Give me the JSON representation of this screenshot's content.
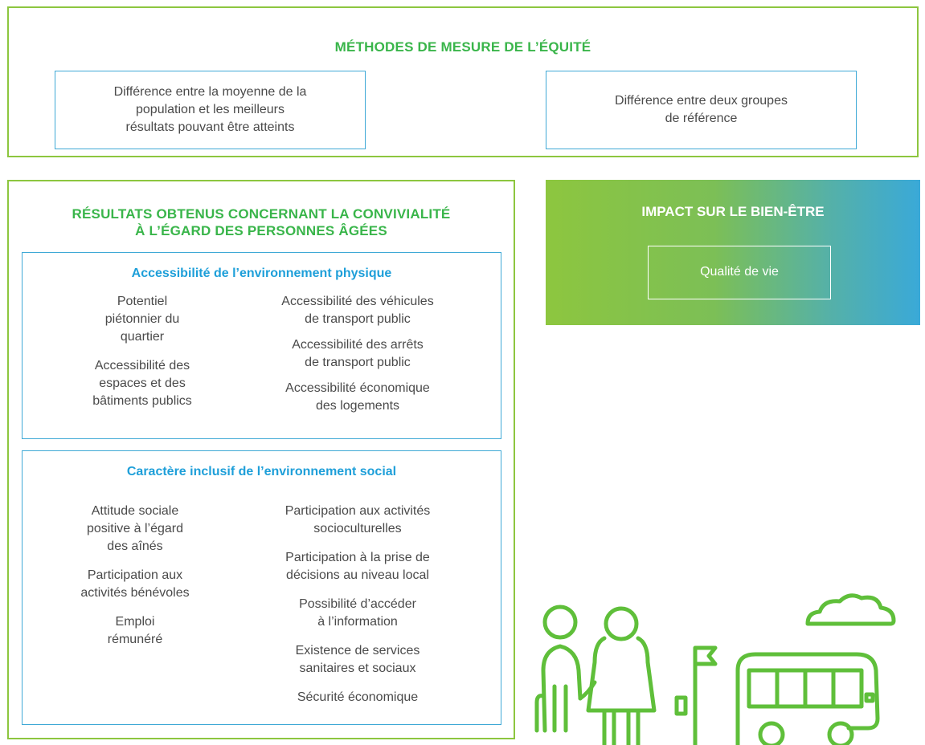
{
  "equity": {
    "title": "MÉTHODES DE MESURE DE L’ÉQUITÉ",
    "methods": [
      [
        "Différence entre la moyenne de la",
        "population et les meilleurs",
        "résultats pouvant être atteints"
      ],
      [
        "Différence entre deux groupes",
        "de référence"
      ]
    ]
  },
  "results": {
    "title_line1": "RÉSULTATS OBTENUS CONCERNANT LA CONVIVIALITÉ",
    "title_line2": "À L’ÉGARD DES PERSONNES ÂGÉES",
    "physical": {
      "title": "Accessibilité de l’environnement physique",
      "left_items": [
        [
          "Potentiel",
          "piétonnier du",
          "quartier"
        ],
        [
          "Accessibilité des",
          "espaces et des",
          "bâtiments publics"
        ]
      ],
      "right_items": [
        [
          "Accessibilité des véhicules",
          "de transport public"
        ],
        [
          "Accessibilité des arrêts",
          "de transport public"
        ],
        [
          "Accessibilité économique",
          "des logements"
        ]
      ]
    },
    "social": {
      "title": "Caractère inclusif de l’environnement social",
      "left_items": [
        [
          "Attitude sociale",
          "positive à l’égard",
          "des aînés"
        ],
        [
          "Participation aux",
          "activités bénévoles"
        ],
        [
          "Emploi",
          "rémunéré"
        ]
      ],
      "right_items": [
        [
          "Participation aux activités",
          "socioculturelles"
        ],
        [
          "Participation à la prise de",
          "décisions au niveau local"
        ],
        [
          "Possibilité d’accéder",
          "à l’information"
        ],
        [
          "Existence de services",
          "sanitaires et sociaux"
        ],
        [
          "Sécurité économique"
        ]
      ]
    }
  },
  "impact": {
    "title": "IMPACT SUR LE BIEN-ÊTRE",
    "item": "Qualité de vie"
  },
  "colors": {
    "green": "#8dc63f",
    "green_text": "#39b54a",
    "blue": "#3fa9d6",
    "blue_text": "#1e9fd9",
    "illustration": "#5fbf3a"
  },
  "illustration_icons": [
    "elderly-couple-icon",
    "bus-stop-sign-icon",
    "bus-icon",
    "cloud-icon"
  ]
}
